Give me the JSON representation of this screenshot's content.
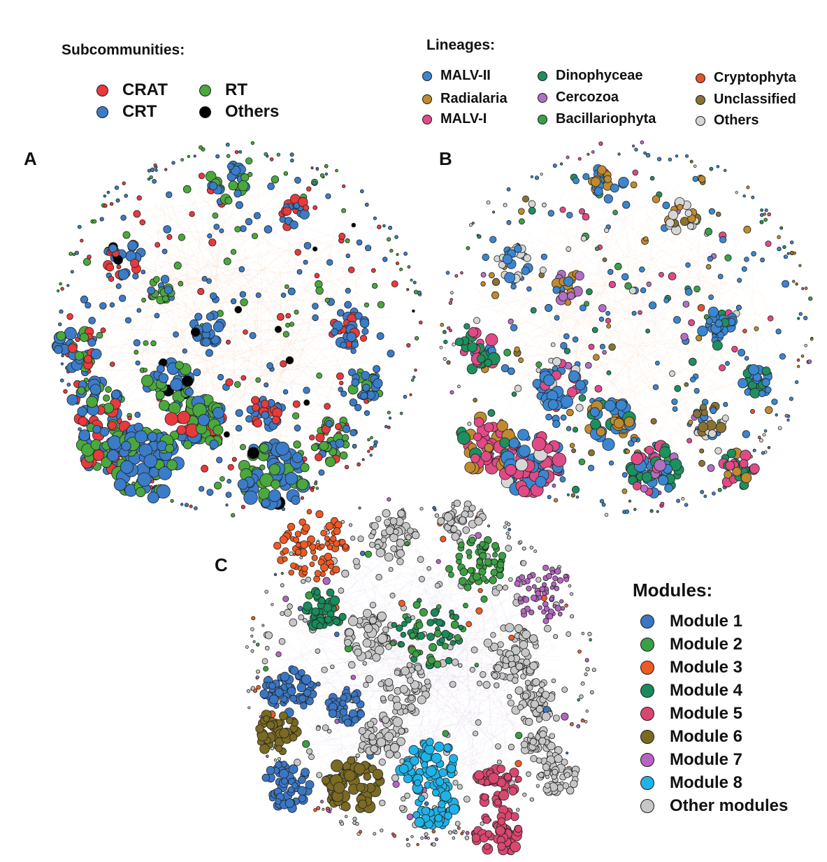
{
  "legend_subcommunities": {
    "title": "Subcommunities:",
    "items": [
      {
        "label": "CRAT",
        "color": "#e8393c"
      },
      {
        "label": "RT",
        "color": "#4aa83c"
      },
      {
        "label": "CRT",
        "color": "#3a7cc8"
      },
      {
        "label": "Others",
        "color": "#000000"
      }
    ]
  },
  "legend_lineages": {
    "title": "Lineages:",
    "items": [
      {
        "label": "MALV-II",
        "color": "#3a86d0"
      },
      {
        "label": "Dinophyceae",
        "color": "#1e8f5e"
      },
      {
        "label": "Cryptophyta",
        "color": "#e4542a"
      },
      {
        "label": "Radialaria",
        "color": "#c08a2e"
      },
      {
        "label": "Cercozoa",
        "color": "#b26fc4"
      },
      {
        "label": "Unclassified",
        "color": "#8a7232"
      },
      {
        "label": "MALV-I",
        "color": "#e04a86"
      },
      {
        "label": "Bacillariophyta",
        "color": "#3aa04a"
      },
      {
        "label": "Others",
        "color": "#d6d6d6"
      }
    ]
  },
  "legend_modules": {
    "title": "Modules:",
    "items": [
      {
        "label": "Module 1",
        "color": "#3a76c4"
      },
      {
        "label": "Module 2",
        "color": "#3aa043"
      },
      {
        "label": "Module 3",
        "color": "#ee5a24"
      },
      {
        "label": "Module 4",
        "color": "#1a8a5a"
      },
      {
        "label": "Module 5",
        "color": "#d9476e"
      },
      {
        "label": "Module 6",
        "color": "#7a6a22"
      },
      {
        "label": "Module 7",
        "color": "#b565c0"
      },
      {
        "label": "Module 8",
        "color": "#1fb2e6"
      },
      {
        "label": "Other modules",
        "color": "#c7c7c7"
      }
    ]
  },
  "panels": {
    "a": {
      "label": "A"
    },
    "b": {
      "label": "B"
    },
    "c": {
      "label": "C"
    }
  }
}
